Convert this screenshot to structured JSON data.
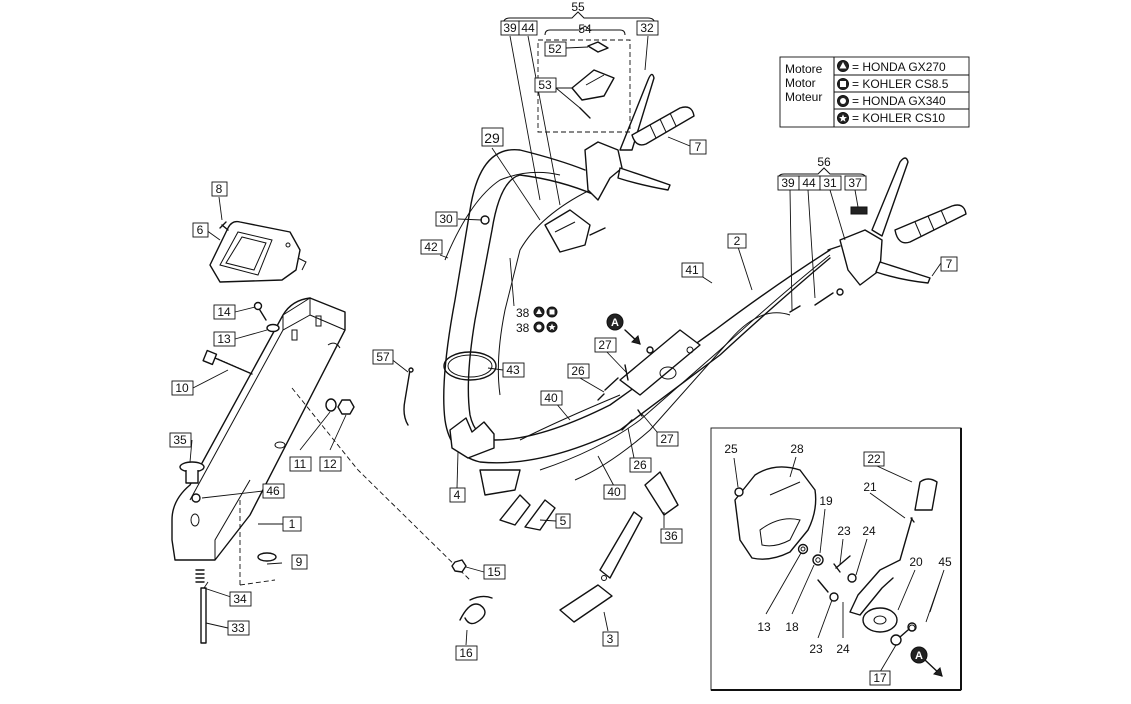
{
  "legend": {
    "heading": [
      "Motore",
      "Motor",
      "Moteur"
    ],
    "rows": [
      {
        "symbol": "triangle-in-circle",
        "text": "= HONDA GX270"
      },
      {
        "symbol": "square-in-circle",
        "text": "= KOHLER CS8.5"
      },
      {
        "symbol": "circle-ring",
        "text": "= HONDA GX340"
      },
      {
        "symbol": "star-in-circle",
        "text": "= KOHLER CS10"
      }
    ]
  },
  "callouts": {
    "c1": "1",
    "c2": "2",
    "c3": "3",
    "c4": "4",
    "c5": "5",
    "c6": "6",
    "c7a": "7",
    "c7b": "7",
    "c8": "8",
    "c9": "9",
    "c10": "10",
    "c11": "11",
    "c12": "12",
    "c13a": "13",
    "c13b": "13",
    "c14": "14",
    "c15": "15",
    "c16": "16",
    "c17": "17",
    "c18": "18",
    "c19": "19",
    "c20": "20",
    "c21": "21",
    "c22": "22",
    "c23a": "23",
    "c23b": "23",
    "c24a": "24",
    "c24b": "24",
    "c25": "25",
    "c26a": "26",
    "c26b": "26",
    "c27a": "27",
    "c27b": "27",
    "c28": "28",
    "c29": "29",
    "c30": "30",
    "c31": "31",
    "c32": "32",
    "c33": "33",
    "c34": "34",
    "c35": "35",
    "c36": "36",
    "c37": "37",
    "c38a": "38",
    "c38b": "38",
    "c39a": "39",
    "c39b": "39",
    "c40a": "40",
    "c40b": "40",
    "c41": "41",
    "c42": "42",
    "c43": "43",
    "c44a": "44",
    "c44b": "44",
    "c45": "45",
    "c46": "46",
    "c52": "52",
    "c53": "53",
    "c54": "54",
    "c55": "55",
    "c56": "56",
    "c57": "57"
  },
  "markers": {
    "a1": "A",
    "a2": "A"
  }
}
